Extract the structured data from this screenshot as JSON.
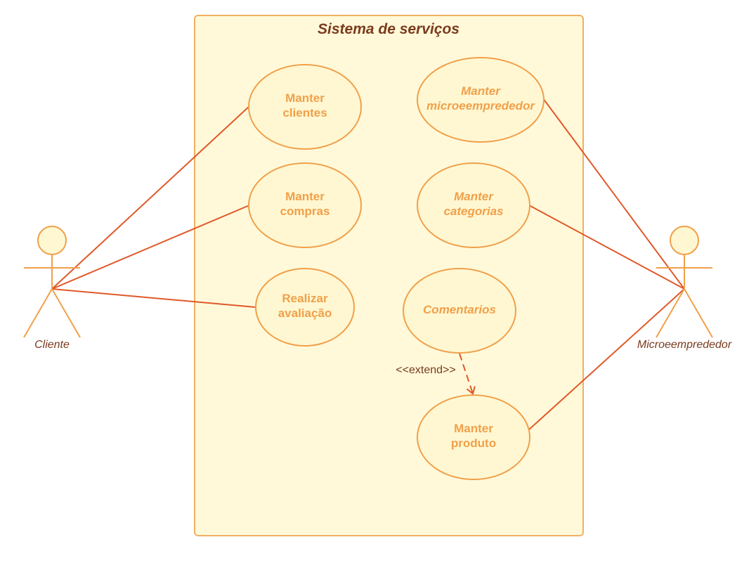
{
  "system": {
    "title": "Sistema de serviços"
  },
  "actors": {
    "cliente": {
      "name": "Cliente"
    },
    "microempreendedor": {
      "name": "Microeemprededor"
    }
  },
  "use_cases": {
    "manter_clientes": {
      "line1": "Manter",
      "line2": "clientes"
    },
    "manter_compras": {
      "line1": "Manter",
      "line2": "compras"
    },
    "realizar_avaliacao": {
      "line1": "Realizar",
      "line2": "avaliação"
    },
    "manter_microempreendedor": {
      "line1": "Manter",
      "line2": "microeemprededor"
    },
    "manter_categorias": {
      "line1": "Manter",
      "line2": "categorias"
    },
    "comentarios": {
      "line1": "Comentarios"
    },
    "manter_produto": {
      "line1": "Manter",
      "line2": "produto"
    }
  },
  "relations": {
    "extend_label": "<<extend>>"
  },
  "colors": {
    "system_fill": "#FFF9D9",
    "system_stroke": "#F0B062",
    "usecase_fill": "#FFF7D1",
    "usecase_stroke": "#F0A04B",
    "association": "#E0592A",
    "actor_text": "#7A3B1E",
    "usecase_text": "#F0A04B"
  }
}
